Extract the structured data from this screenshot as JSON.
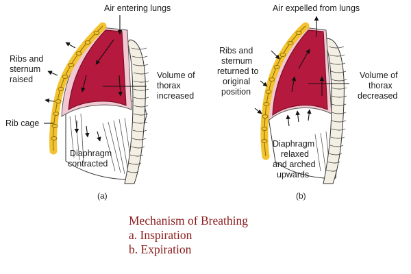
{
  "colors": {
    "lung": "#b5193d",
    "lung_dark": "#7a0f28",
    "pleura": "#f2c9d2",
    "rib": "#f2c230",
    "rib_dark": "#8a6a00",
    "spine": "#f4efe3",
    "diaphragm_shade": "#3a3a3a",
    "caption": "#8b1a1a"
  },
  "panel_a": {
    "top_label": "Air entering lungs",
    "ribs_label": [
      "Ribs and",
      "sternum",
      "raised"
    ],
    "volume_label": [
      "Volume of",
      "thorax",
      "increased"
    ],
    "ribcage_label": "Rib cage",
    "diaphragm_label": [
      "Diaphragm",
      "contracted"
    ],
    "letter": "(a)"
  },
  "panel_b": {
    "top_label": "Air expelled from lungs",
    "ribs_label": [
      "Ribs and",
      "sternum",
      "returned to",
      "original",
      "position"
    ],
    "volume_label": [
      "Volume of",
      "thorax",
      "decreased"
    ],
    "diaphragm_label": [
      "Diaphragm",
      "relaxed",
      "and arched",
      "upwards"
    ],
    "letter": "(b)"
  },
  "caption": {
    "title": "Mechanism of Breathing",
    "line_a": "a. Inspiration",
    "line_b": "b. Expiration"
  }
}
